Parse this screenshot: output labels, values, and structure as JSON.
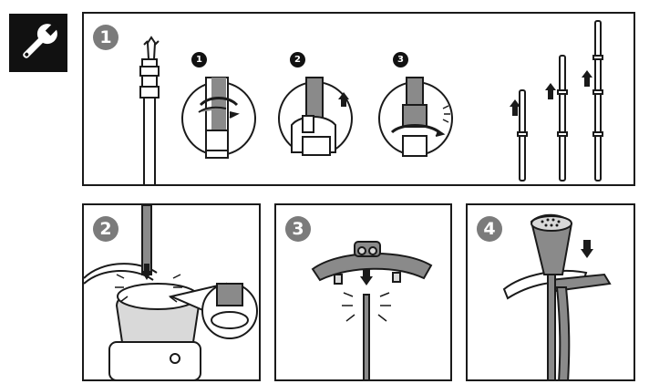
{
  "tool_icon": {
    "icon": "wrench-icon",
    "background": "#111111"
  },
  "colors": {
    "badge": "#7b7b7b",
    "line": "#1a1a1a",
    "part": "#8a8a8a",
    "part_light": "#d9d9d9"
  },
  "panels": [
    {
      "step": "1",
      "substeps": [
        "1",
        "2",
        "3"
      ]
    },
    {
      "step": "2"
    },
    {
      "step": "3"
    },
    {
      "step": "4"
    }
  ]
}
